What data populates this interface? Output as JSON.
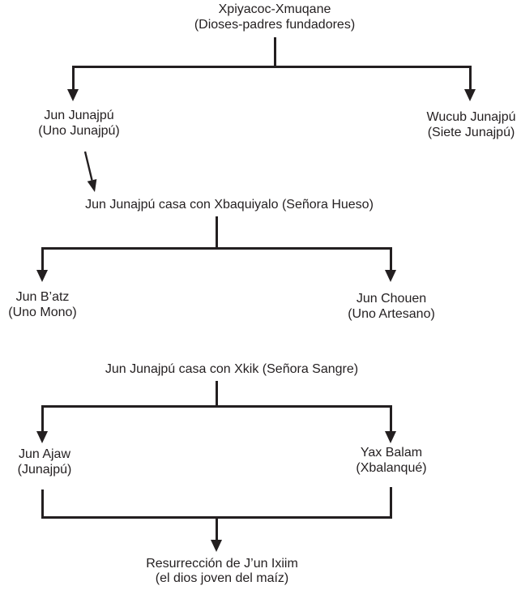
{
  "colors": {
    "ink": "#231f20",
    "background": "#ffffff"
  },
  "tree": {
    "root": {
      "name": "Xpiyacoc-Xmuqane",
      "alias": "(Dioses-padres fundadores)"
    },
    "gen1_left": {
      "name": "Jun Junajpú",
      "alias": "(Uno Junajpú)"
    },
    "gen1_right": {
      "name": "Wucub Junajpú",
      "alias": "(Siete Junajpú)"
    },
    "marriage1": "Jun Junajpú casa con Xbaquiyalo (Señora Hueso)",
    "gen2_left": {
      "name": "Jun B’atz",
      "alias": "(Uno Mono)"
    },
    "gen2_right": {
      "name": "Jun Chouen",
      "alias": "(Uno Artesano)"
    },
    "marriage2": "Jun Junajpú casa con Xkik (Señora Sangre)",
    "gen3_left": {
      "name": "Jun Ajaw",
      "alias": "(Junajpú)"
    },
    "gen3_right": {
      "name": "Yax Balam",
      "alias": "(Xbalanqué)"
    },
    "outcome": {
      "name": "Resurrección de J’un Ixiim",
      "alias": "(el dios joven del maíz)"
    }
  }
}
